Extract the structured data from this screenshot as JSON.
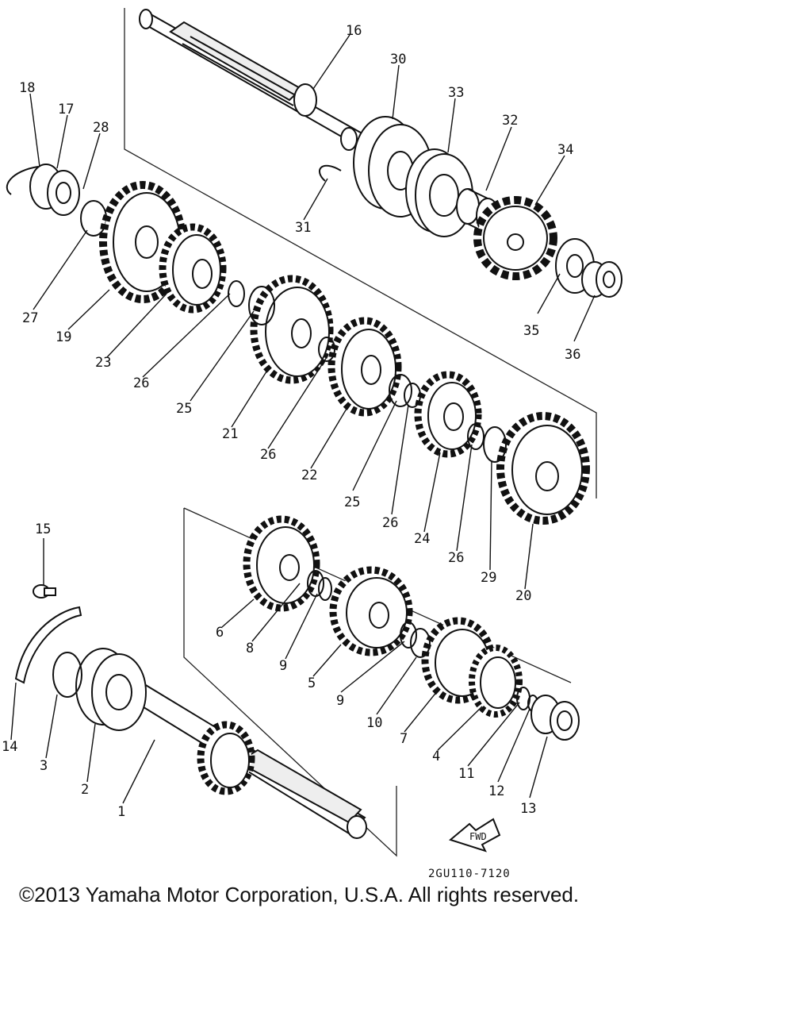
{
  "diagram": {
    "drawing_code": "2GU110-7120",
    "fwd_label": "FWD",
    "copyright": "©2013 Yamaha Motor Corporation, U.S.A. All rights reserved.",
    "parts": [
      {
        "id": "p1",
        "label": "1"
      },
      {
        "id": "p2",
        "label": "2"
      },
      {
        "id": "p3",
        "label": "3"
      },
      {
        "id": "p4",
        "label": "4"
      },
      {
        "id": "p5",
        "label": "5"
      },
      {
        "id": "p6",
        "label": "6"
      },
      {
        "id": "p7",
        "label": "7"
      },
      {
        "id": "p8",
        "label": "8"
      },
      {
        "id": "p9a",
        "label": "9"
      },
      {
        "id": "p9b",
        "label": "9"
      },
      {
        "id": "p10",
        "label": "10"
      },
      {
        "id": "p11",
        "label": "11"
      },
      {
        "id": "p12",
        "label": "12"
      },
      {
        "id": "p13",
        "label": "13"
      },
      {
        "id": "p14",
        "label": "14"
      },
      {
        "id": "p15",
        "label": "15"
      },
      {
        "id": "p16",
        "label": "16"
      },
      {
        "id": "p17",
        "label": "17"
      },
      {
        "id": "p18",
        "label": "18"
      },
      {
        "id": "p19",
        "label": "19"
      },
      {
        "id": "p20",
        "label": "20"
      },
      {
        "id": "p21",
        "label": "21"
      },
      {
        "id": "p22",
        "label": "22"
      },
      {
        "id": "p23",
        "label": "23"
      },
      {
        "id": "p24",
        "label": "24"
      },
      {
        "id": "p25a",
        "label": "25"
      },
      {
        "id": "p25b",
        "label": "25"
      },
      {
        "id": "p26a",
        "label": "26"
      },
      {
        "id": "p26b",
        "label": "26"
      },
      {
        "id": "p26c",
        "label": "26"
      },
      {
        "id": "p26d",
        "label": "26"
      },
      {
        "id": "p27",
        "label": "27"
      },
      {
        "id": "p28",
        "label": "28"
      },
      {
        "id": "p29",
        "label": "29"
      },
      {
        "id": "p30",
        "label": "30"
      },
      {
        "id": "p31",
        "label": "31"
      },
      {
        "id": "p32",
        "label": "32"
      },
      {
        "id": "p33",
        "label": "33"
      },
      {
        "id": "p34",
        "label": "34"
      },
      {
        "id": "p35",
        "label": "35"
      },
      {
        "id": "p36",
        "label": "36"
      }
    ]
  }
}
